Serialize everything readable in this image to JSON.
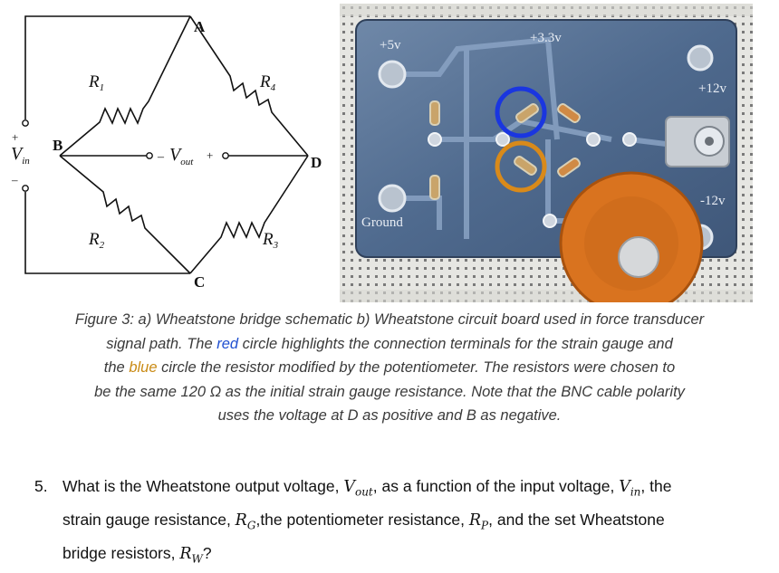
{
  "schematic": {
    "node_a": "A",
    "node_b": "B",
    "node_c": "C",
    "node_d": "D",
    "r1": "R",
    "r1_sub": "1",
    "r2": "R",
    "r2_sub": "2",
    "r3": "R",
    "r3_sub": "3",
    "r4": "R",
    "r4_sub": "4",
    "vin": "V",
    "vin_sub": "in",
    "vout": "V",
    "vout_sub": "out",
    "vout_minus": "–",
    "vout_plus": "+",
    "vin_plus": "+",
    "vin_minus": "–"
  },
  "photo": {
    "label_5v": "+5v",
    "label_3v3": "+3.3v",
    "label_12v": "+12v",
    "label_neg12v": "-12v",
    "label_ground": "Ground",
    "highlight_blue_color": "#1a36e0",
    "highlight_orange_color": "#d98a1a"
  },
  "caption": {
    "line1": "Figure 3: a) Wheatstone bridge schematic b) Wheatstone circuit board used in force transducer",
    "line2_a": "signal path. The ",
    "line2_red": "red",
    "line2_b": " circle highlights the connection terminals for the strain gauge and",
    "line3_a": "the ",
    "line3_blue": "blue",
    "line3_b": " circle the resistor modified by the potentiometer. The resistors were chosen to",
    "line4": "be the same 120 Ω as the initial strain gauge resistance. Note that the BNC cable polarity",
    "line5": "uses the voltage at D as positive and B as negative."
  },
  "question": {
    "number": "5.",
    "l1_a": "What is the Wheatstone output voltage, ",
    "l1_vout": "V",
    "l1_vout_sub": "out",
    "l1_b": ", as a function of the input voltage, ",
    "l1_vin": "V",
    "l1_vin_sub": "in",
    "l1_c": ", the",
    "l2_a": "strain gauge resistance, ",
    "l2_rg": "R",
    "l2_rg_sub": "G",
    "l2_b": ",the potentiometer resistance, ",
    "l2_rp": "R",
    "l2_rp_sub": "P",
    "l2_c": ", and the set Wheatstone",
    "l3_a": "bridge resistors, ",
    "l3_rw": "R",
    "l3_rw_sub": "W",
    "l3_b": "?"
  }
}
